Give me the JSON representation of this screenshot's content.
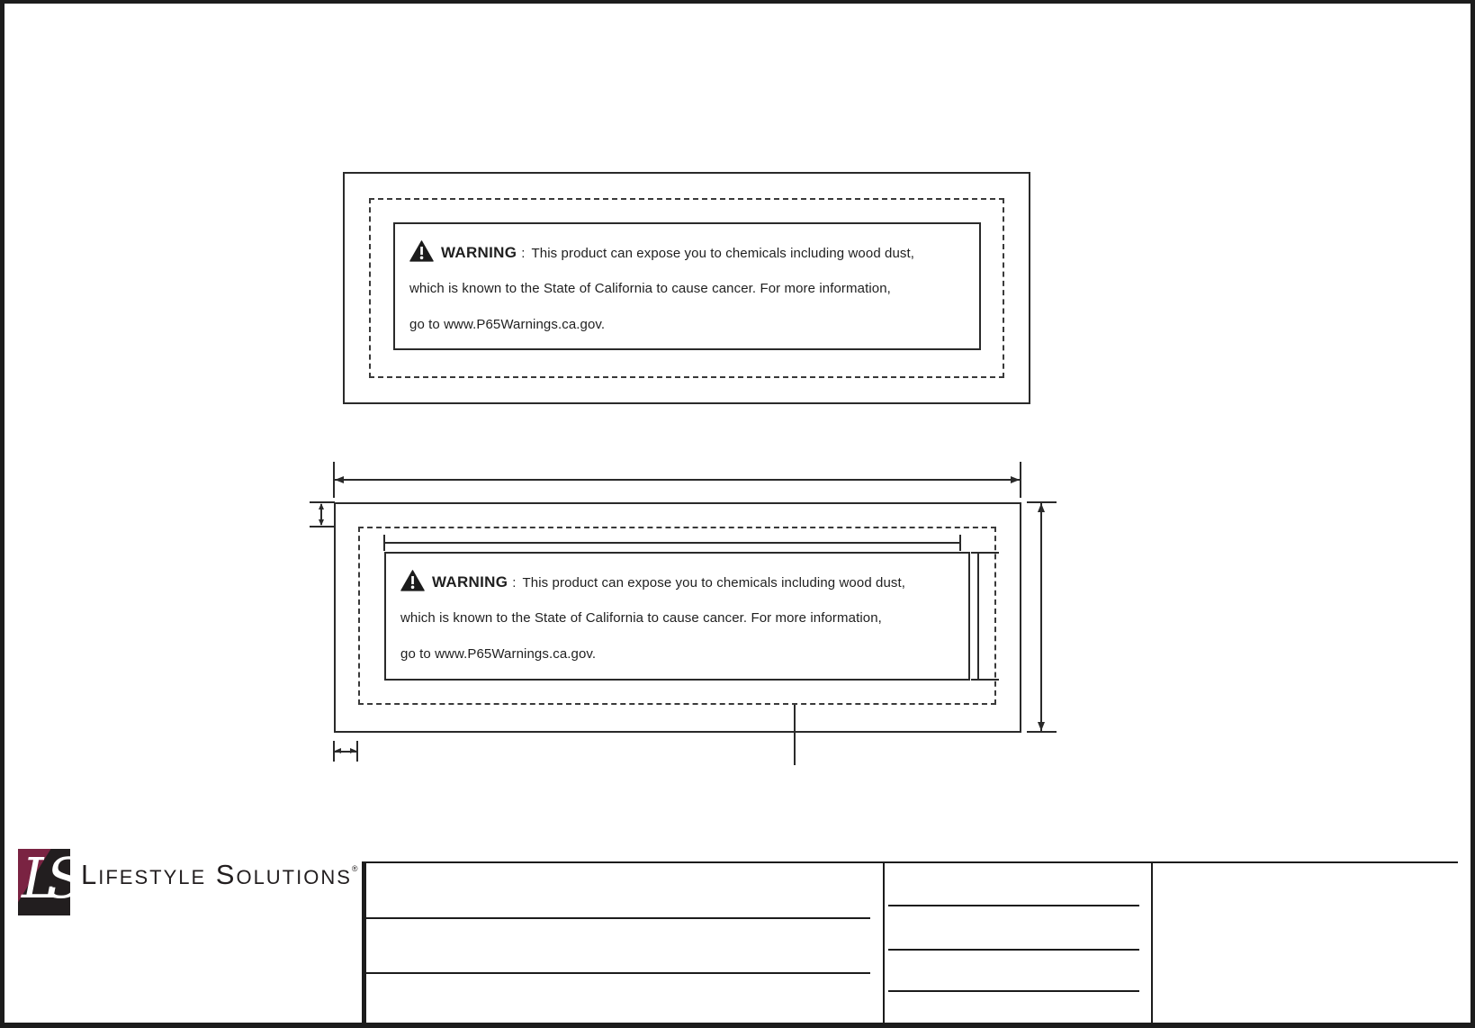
{
  "page": {
    "background": "#ffffff",
    "line_color": "#2a2a2a"
  },
  "warning_label": {
    "icon": "warning-triangle-icon",
    "heading": "WARNING",
    "colon": ":",
    "line1_text": "This product can expose you to chemicals including wood dust,",
    "line2_text": "which is known to the State of California to cause cancer. For more information,",
    "line3_text": "go to www.P65Warnings.ca.gov."
  },
  "brand": {
    "monogram": "LS",
    "wordmark": "Lifestyle Solutions",
    "registered": "®",
    "maroon": "#7a2342",
    "charcoal": "#221e1f"
  }
}
